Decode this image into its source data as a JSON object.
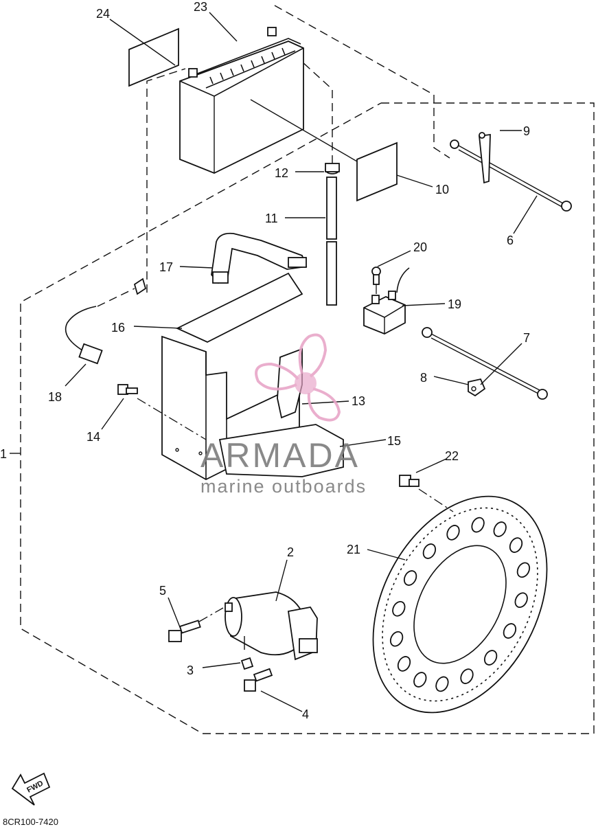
{
  "diagram": {
    "part_numbers": [
      "1",
      "2",
      "3",
      "4",
      "5",
      "6",
      "7",
      "8",
      "9",
      "10",
      "11",
      "12",
      "13",
      "14",
      "15",
      "16",
      "17",
      "18",
      "19",
      "20",
      "21",
      "22",
      "23",
      "24"
    ],
    "drawing_code": "8CR100-7420",
    "fwd_label": "FWD"
  },
  "watermark": {
    "brand": "ARMADA",
    "tagline": "marine outboards"
  },
  "colors": {
    "line": "#111111",
    "watermark_pink": "#e8a6c8",
    "watermark_gray": "#7d7d7d"
  }
}
